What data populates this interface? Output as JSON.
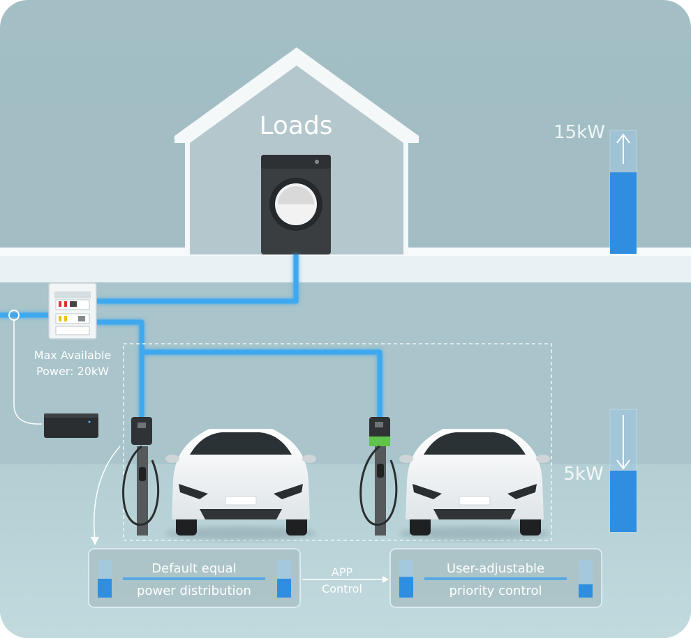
{
  "house": {
    "title": "Loads"
  },
  "meters": {
    "top": {
      "value_label": "15kW",
      "fill_fraction": 0.66,
      "direction": "up"
    },
    "bottom": {
      "value_label": "5kW",
      "fill_fraction": 0.5,
      "direction": "down"
    }
  },
  "panel": {
    "max_power_line1": "Max Available",
    "max_power_line2": "Power: 20kW"
  },
  "modes": {
    "left": {
      "line1": "Default equal",
      "line2": "power distribution",
      "left_bar_fill": 0.5,
      "right_bar_fill": 0.5
    },
    "arrow": {
      "line1": "APP",
      "line2": "Control"
    },
    "right": {
      "line1": "User-adjustable",
      "line2": "priority control",
      "left_bar_fill": 0.55,
      "right_bar_fill": 0.35
    }
  },
  "colors": {
    "cable": "#3fa9ee",
    "meter_fill": "#2f8ee0",
    "wall": "#a6c0c6",
    "floor": "#b9d3d8",
    "house": "#b4c7cc"
  }
}
